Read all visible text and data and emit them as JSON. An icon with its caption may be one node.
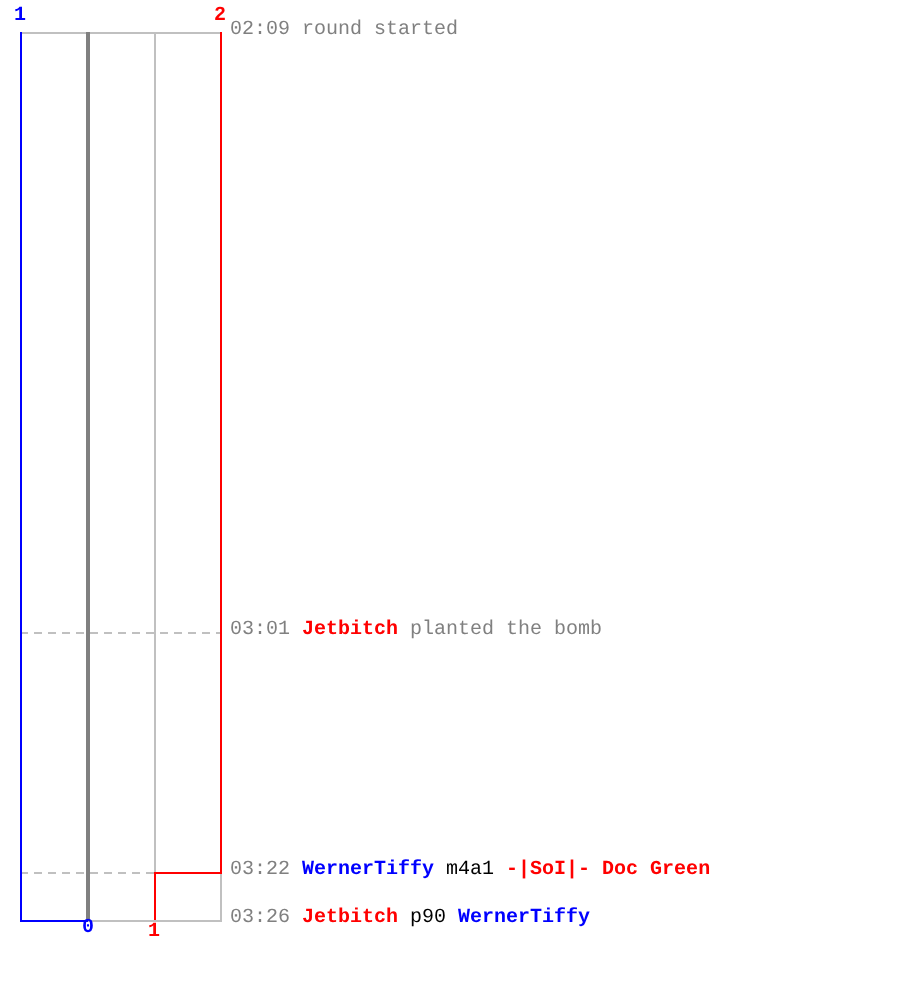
{
  "diagram": {
    "labels": [
      "1",
      "2",
      "02:09",
      "round started",
      "03:01",
      "Jetbitch",
      "planted the bomb",
      "03:22",
      "WernerTiffy",
      "m4a1",
      "-|SoI|- Doc Green",
      "03:26",
      "Jetbitch",
      "p90",
      "WernerTiffy",
      "0",
      "1"
    ]
  }
}
